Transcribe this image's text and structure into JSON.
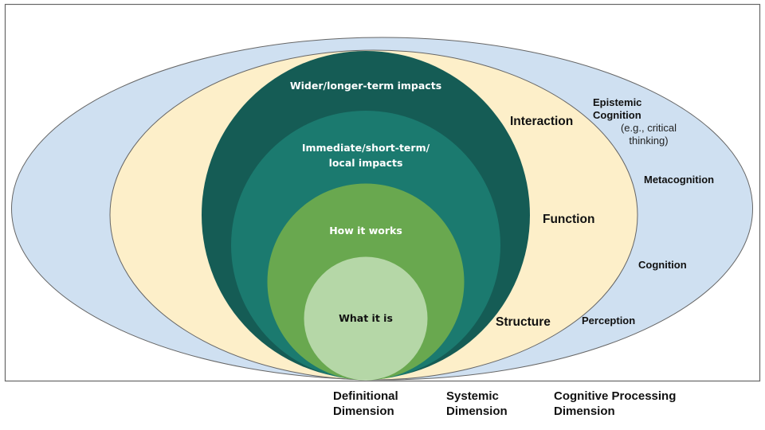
{
  "colors": {
    "frame_border": "#666666",
    "cognitive_ring": "#cfe0f1",
    "systemic_ring": "#fdefc9",
    "wider_impacts": "#155c55",
    "immediate_impacts": "#1b7a6f",
    "how_it_works": "#69a84f",
    "what_it_is": "#b5d7a7",
    "outline": "#666666"
  },
  "definitional": {
    "wider": "Wider/longer-term impacts",
    "immediate": "Immediate/short-term/\nlocal impacts",
    "how": "How it works",
    "what": "What it is"
  },
  "systemic": {
    "interaction": "Interaction",
    "function": "Function",
    "structure": "Structure"
  },
  "cognitive": {
    "epistemic": "Epistemic\nCognition",
    "epistemic_note": "(e.g., critical\nthinking)",
    "metacognition": "Metacognition",
    "cognition": "Cognition",
    "perception": "Perception"
  },
  "dimensions": {
    "definitional": "Definitional\nDimension",
    "systemic": "Systemic\nDimension",
    "cognitive": "Cognitive Processing\nDimension"
  }
}
